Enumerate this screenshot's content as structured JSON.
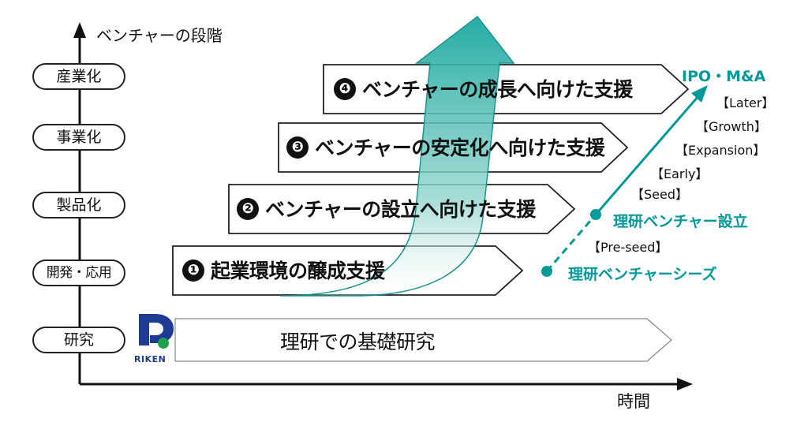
{
  "axes": {
    "y_label": "ベンチャーの段階",
    "x_label": "時間"
  },
  "stages": [
    "産業化",
    "事業化",
    "製品化",
    "開発・応用",
    "研究"
  ],
  "support_bars": [
    {
      "number": "❹",
      "label": "ベンチャーの成長へ向けた支援"
    },
    {
      "number": "❸",
      "label": "ベンチャーの安定化へ向けた支援"
    },
    {
      "number": "❷",
      "label": "ベンチャーの設立へ向けた支援"
    },
    {
      "number": "❶",
      "label": "起業環境の醸成支援"
    }
  ],
  "research_bar": {
    "label": "理研での基礎研究"
  },
  "logo": {
    "text": "RIKEN"
  },
  "venture_path": {
    "exit_label": "IPO・M&A",
    "established_label": "理研ベンチャー設立",
    "seeds_label": "理研ベンチャーシーズ",
    "rounds": {
      "later": "【Later】",
      "growth": "【Growth】",
      "expansion": "【Expansion】",
      "early": "【Early】",
      "seed": "【Seed】",
      "preseed": "【Pre-seed】"
    }
  },
  "colors": {
    "teal_accent": "#009a9a",
    "arrow_fill": "#1aa8a0",
    "logo_blue": "#1f3a93",
    "logo_green": "#1fa24a"
  }
}
